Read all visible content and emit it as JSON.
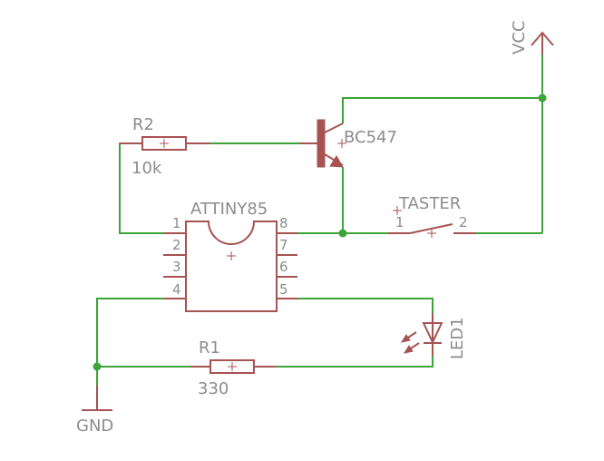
{
  "parts": {
    "r2": {
      "name": "R2",
      "value": "10k"
    },
    "transistor": {
      "value": "BC547"
    },
    "vcc": {
      "label": "VCC"
    },
    "ic": {
      "name": "ATTINY85",
      "pins": [
        "1",
        "2",
        "3",
        "4",
        "5",
        "6",
        "7",
        "8"
      ]
    },
    "switch": {
      "name": "TASTER",
      "pin1": "1",
      "pin2": "2"
    },
    "led": {
      "name": "LED1"
    },
    "r1": {
      "name": "R1",
      "value": "330"
    },
    "gnd": {
      "label": "GND"
    }
  },
  "colors": {
    "wire": "#3ea43a",
    "part": "#a65352",
    "text": "#8c8c8c",
    "background": "#ffffff"
  }
}
